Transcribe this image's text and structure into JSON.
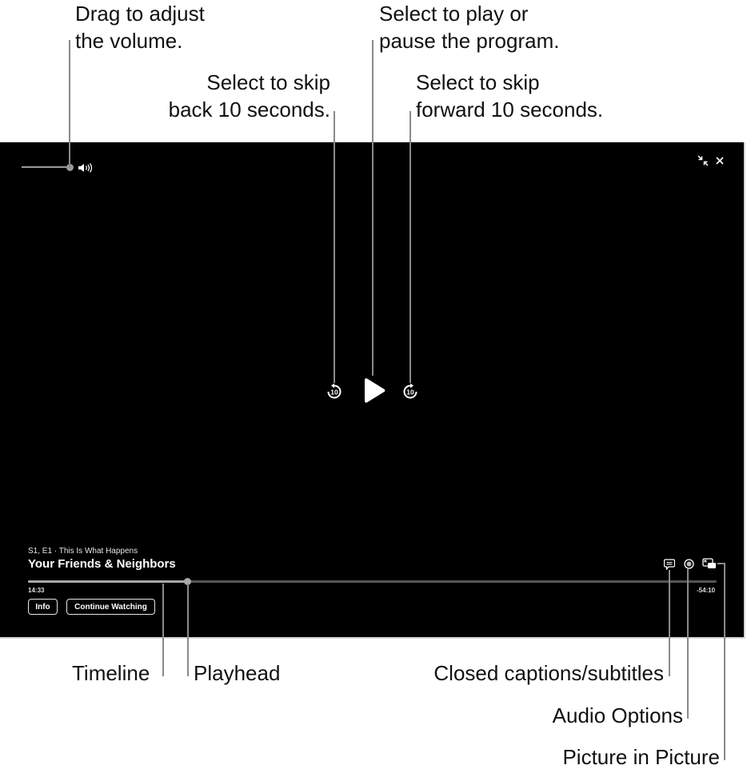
{
  "callouts": {
    "volume": "Drag to adjust\nthe volume.",
    "play_pause": "Select to play or\npause the program.",
    "skip_back": "Select to skip\nback 10 seconds.",
    "skip_forward": "Select to skip\nforward 10 seconds.",
    "timeline": "Timeline",
    "playhead": "Playhead",
    "captions": "Closed captions/subtitles",
    "audio": "Audio Options",
    "pip": "Picture in Picture"
  },
  "player": {
    "episode": "S1, E1 · This Is What Happens",
    "show_title": "Your Friends & Neighbors",
    "elapsed": "14:33",
    "remaining": "-54:10",
    "progress_percent": 23,
    "skip_back_seconds": "10",
    "skip_forward_seconds": "10",
    "buttons": {
      "info": "Info",
      "continue": "Continue Watching"
    },
    "icons": {
      "volume": "speaker-wave-icon",
      "minimize": "arrows-in-icon",
      "close": "close-icon",
      "skip_back": "skip-back-10-icon",
      "play": "play-icon",
      "skip_forward": "skip-forward-10-icon",
      "captions": "captions-icon",
      "audio": "audio-options-icon",
      "pip": "picture-in-picture-icon"
    }
  }
}
